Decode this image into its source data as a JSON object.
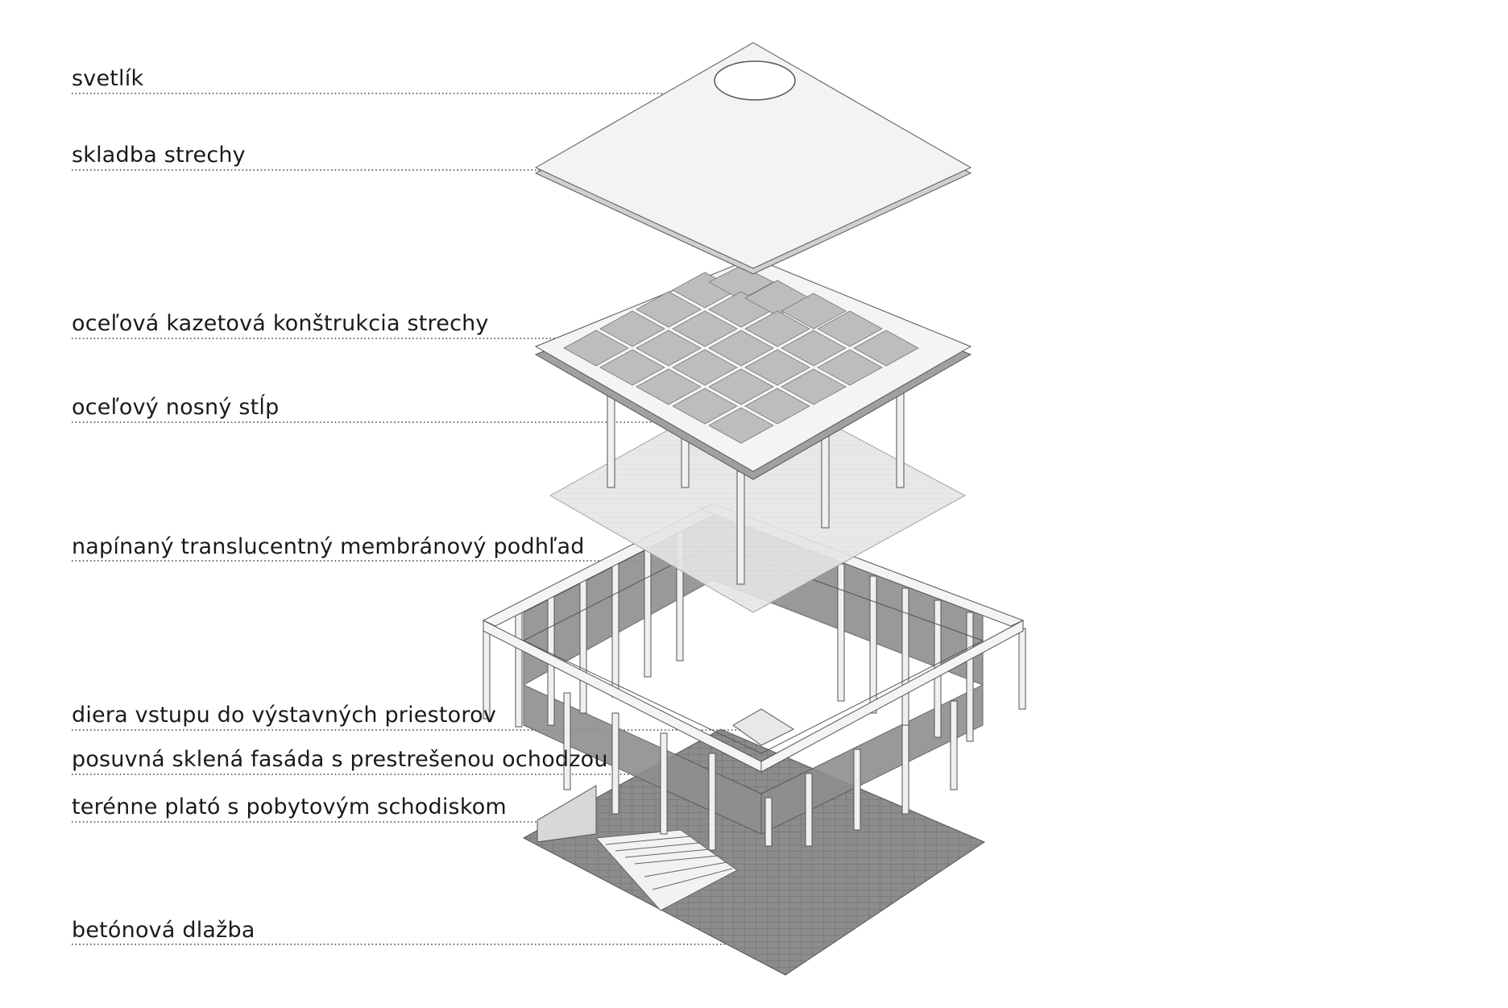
{
  "labels": [
    {
      "id": "skylight",
      "text": "svetlík"
    },
    {
      "id": "roof-build-up",
      "text": "skladba strechy"
    },
    {
      "id": "steel-coffer-roof-structure",
      "text": "oceľová kazetová konštrukcia strechy"
    },
    {
      "id": "steel-column",
      "text": "oceľový nosný stĺp"
    },
    {
      "id": "tensioned-membrane-ceiling",
      "text": "napínaný translucentný membránový podhľad"
    },
    {
      "id": "entrance-opening",
      "text": "diera vstupu do výstavných priestorov"
    },
    {
      "id": "sliding-glass-facade",
      "text": "posuvná sklená fasáda s prestrešenou ochodzou"
    },
    {
      "id": "terrain-platform",
      "text": "terénne plató s pobytovým schodiskom"
    },
    {
      "id": "concrete-paving",
      "text": "betónová dlažba"
    }
  ],
  "colors": {
    "line": "#555555",
    "roof_top": "#f3f3f3",
    "beam_top": "#f4f4f4",
    "beam_side": "#9a9a9a",
    "membrane": "#e4e4e4",
    "glass": "#8d8d8d",
    "paving": "#8a8a8a",
    "steps": "#f2f2f2"
  }
}
